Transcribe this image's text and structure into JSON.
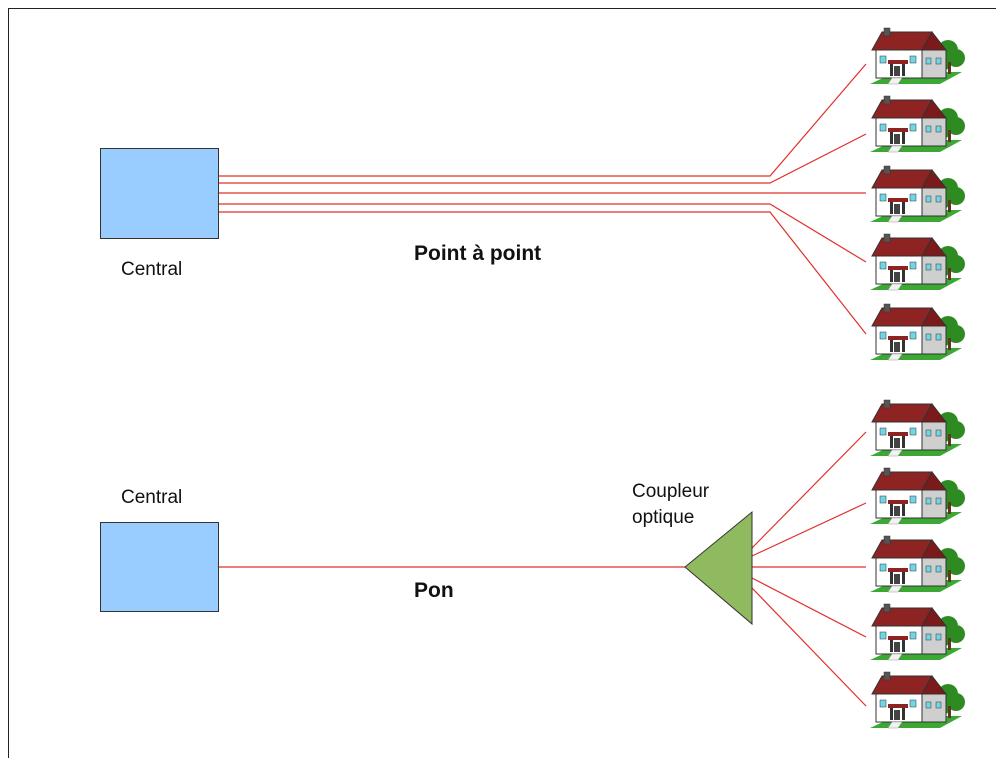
{
  "labels": {
    "central_top": "Central",
    "central_bottom": "Central",
    "point_to_point": "Point à point",
    "pon": "Pon",
    "coupler_line1": "Coupleur",
    "coupler_line2": "optique"
  },
  "colors": {
    "central_fill": "#99ccff",
    "link_line": "#e0302a",
    "coupler_fill": "#8fba60",
    "roof": "#8e2323",
    "wall": "#ffffff",
    "tree": "#2e8b22",
    "grass": "#3aa832"
  },
  "icons": {
    "house": "house-with-tree-icon",
    "coupler": "optical-coupler-triangle-icon"
  }
}
